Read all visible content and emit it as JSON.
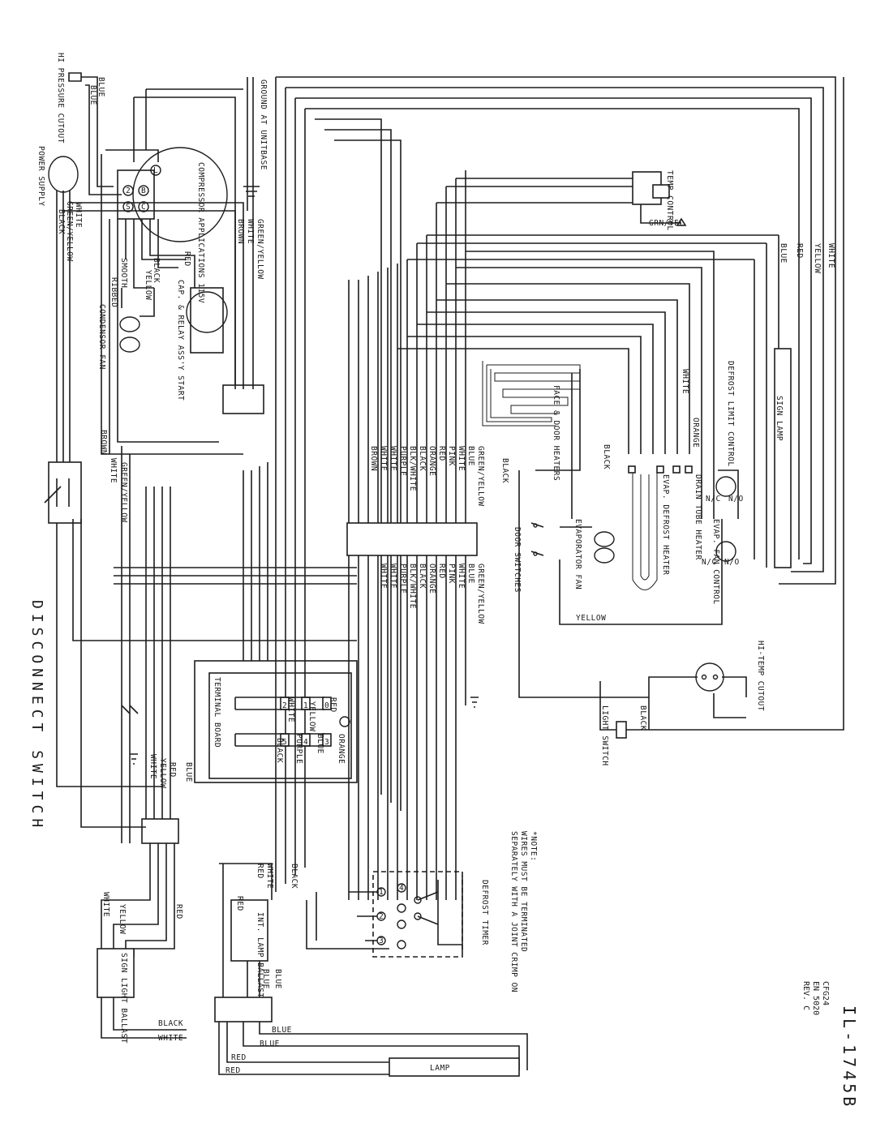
{
  "document": {
    "drawing_number": "IL-1745B",
    "model": "CFG24",
    "en": "EN 5020",
    "rev": "REV. C"
  },
  "note": {
    "line1": "*NOTE:",
    "line2": "WIRES MUST BE TERMINATED",
    "line3": "SEPARATELY WITH A JOINT CRIMP ON"
  },
  "components": {
    "hi_pressure_cutout": "HI PRESSURE CUTOUT",
    "power_supply": "POWER SUPPLY",
    "compressor": "COMPRESSOR APPLICATIONS 115V",
    "cap_relay": "CAP. & RELAY ASS'Y START",
    "condenser_fan": "CONDENSOR FAN",
    "ground": "GROUND AT UNITBASE",
    "temp_control": "TEMP CONTROL",
    "sign_lamp": "SIGN LAMP",
    "defrost_limit": "DEFROST LIMIT CONTROL",
    "face_door_heaters": "FACE & DOOR HEATERS",
    "drain_tube_heater": "DRAIN TUBE HEATER",
    "evap_defrost_heater": "EVAP. DEFROST HEATER",
    "evap_fan_control": "EVAP. FAN CONTROL",
    "evaporator_fan": "EVAPORATOR FAN",
    "door_switches": "DOOR SWITCHES",
    "hi_temp_cutout": "HI-TEMP CUTOUT",
    "light_switch": "LIGHT SWITCH",
    "disconnect_switch": "DISCONNECT SWITCH",
    "terminal_board": "TERMINAL BOARD",
    "defrost_timer": "DEFROST TIMER",
    "int_lamp_ballast": "INT. LAMP BALLAST",
    "sign_light_ballast": "SIGN LIGHT BALLAST",
    "lamp": "LAMP"
  },
  "terminals": {
    "nc": "N/C",
    "no": "N/O",
    "nc2": "N/C",
    "no2": "N/O",
    "t1": "1",
    "t2": "2",
    "tb": "B",
    "tc": "C",
    "ts": "S",
    "tl": "L",
    "tb0": "0",
    "tb1": "1",
    "tb2": "2",
    "tb3": "3",
    "tb4": "4",
    "tb5": "5",
    "dt1": "1",
    "dt2": "2",
    "dt3": "3",
    "dt4": "4"
  },
  "wire_labels": {
    "blue_a": "BLUE",
    "blue_b": "BLUE",
    "white_ps": "WHITE",
    "grnyel_ps": "GREEN/YELLOW",
    "black_ps": "BLACK",
    "green_yellow_top": "GREEN/YELLOW",
    "white_top": "WHITE",
    "brown_top": "BROWN",
    "red_comp": "RED",
    "black_comp": "BLACK",
    "yellow_comp": "YELLOW",
    "smooth": "SMOOTH",
    "ribbed": "RIBBED",
    "grnyel_tc": "GRN/YEL",
    "white_r": "WHITE",
    "yellow_r": "YELLOW",
    "red_r": "RED",
    "blue_r": "BLUE",
    "white_dl": "WHITE",
    "orange_dl": "ORANGE",
    "black_fd": "BLACK",
    "black_fd2": "BLACK",
    "yellow_ev": "YELLOW",
    "brown_l": "BROWN",
    "white_l": "WHITE",
    "grnyel_l": "GREEN/YELLOW",
    "harness_upper": [
      "GREEN/YELLOW",
      "BLUE",
      "WHITE",
      "PINK",
      "RED",
      "ORANGE",
      "BLACK",
      "BLK/WHITE",
      "PURPLE",
      "WHITE",
      "WHITE",
      "BROWN"
    ],
    "harness_lower": [
      "GREEN/YELLOW",
      "BLUE",
      "WHITE",
      "PINK",
      "RED",
      "ORANGE",
      "BLACK",
      "BLK/WHITE",
      "PURPLE",
      "WHITE",
      "WHITE"
    ],
    "tb_red": "RED",
    "tb_yellow": "YELLOW",
    "tb_white": "WHITE",
    "tb_orange": "ORANGE",
    "tb_blue": "BLUE",
    "tb_purple": "PURPLE",
    "tb_black": "BLACK",
    "tb_blue2": "BLUE",
    "tb_red2": "RED",
    "tb_yellow2": "YELLOW",
    "tb_white2": "WHITE",
    "ballast_white": "WHITE",
    "ballast_red": "RED",
    "ballast_black": "BLACK",
    "ballast_red2": "RED",
    "ballast_blue": "BLUE",
    "ballast_blue2": "BLUE",
    "sign_white": "WHITE",
    "sign_yellow": "YELLOW",
    "sign_red": "RED",
    "sign_black": "BLACK",
    "sign_white2": "WHITE",
    "lamp_blue": "BLUE",
    "lamp_blue2": "BLUE",
    "lamp_red": "RED",
    "lamp_red2": "RED",
    "ls_black": "BLACK"
  }
}
